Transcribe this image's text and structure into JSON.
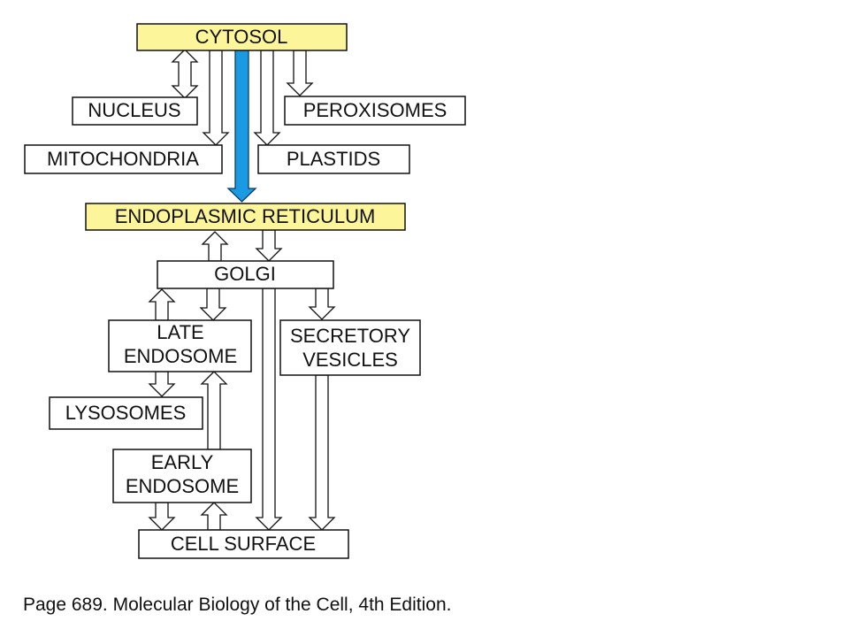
{
  "compartments": {
    "cytosol": "CYTOSOL",
    "nucleus": "NUCLEUS",
    "peroxisomes": "PEROXISOMES",
    "mitochondria": "MITOCHONDRIA",
    "plastids": "PLASTIDS",
    "er": "ENDOPLASMIC RETICULUM",
    "golgi": "GOLGI",
    "late_endosome": [
      "LATE",
      "ENDOSOME"
    ],
    "secretory_vesicles": [
      "SECRETORY",
      "VESICLES"
    ],
    "lysosomes": "LYSOSOMES",
    "early_endosome": [
      "EARLY",
      "ENDOSOME"
    ],
    "cell_surface": "CELL SURFACE"
  },
  "colors": {
    "highlight_box": "#fdf59a",
    "plain_box": "#ffffff",
    "er_translocation_arrow": "#1a9ae0",
    "outline": "#111111"
  },
  "caption": "Page 689. Molecular Biology of the Cell, 4th Edition."
}
